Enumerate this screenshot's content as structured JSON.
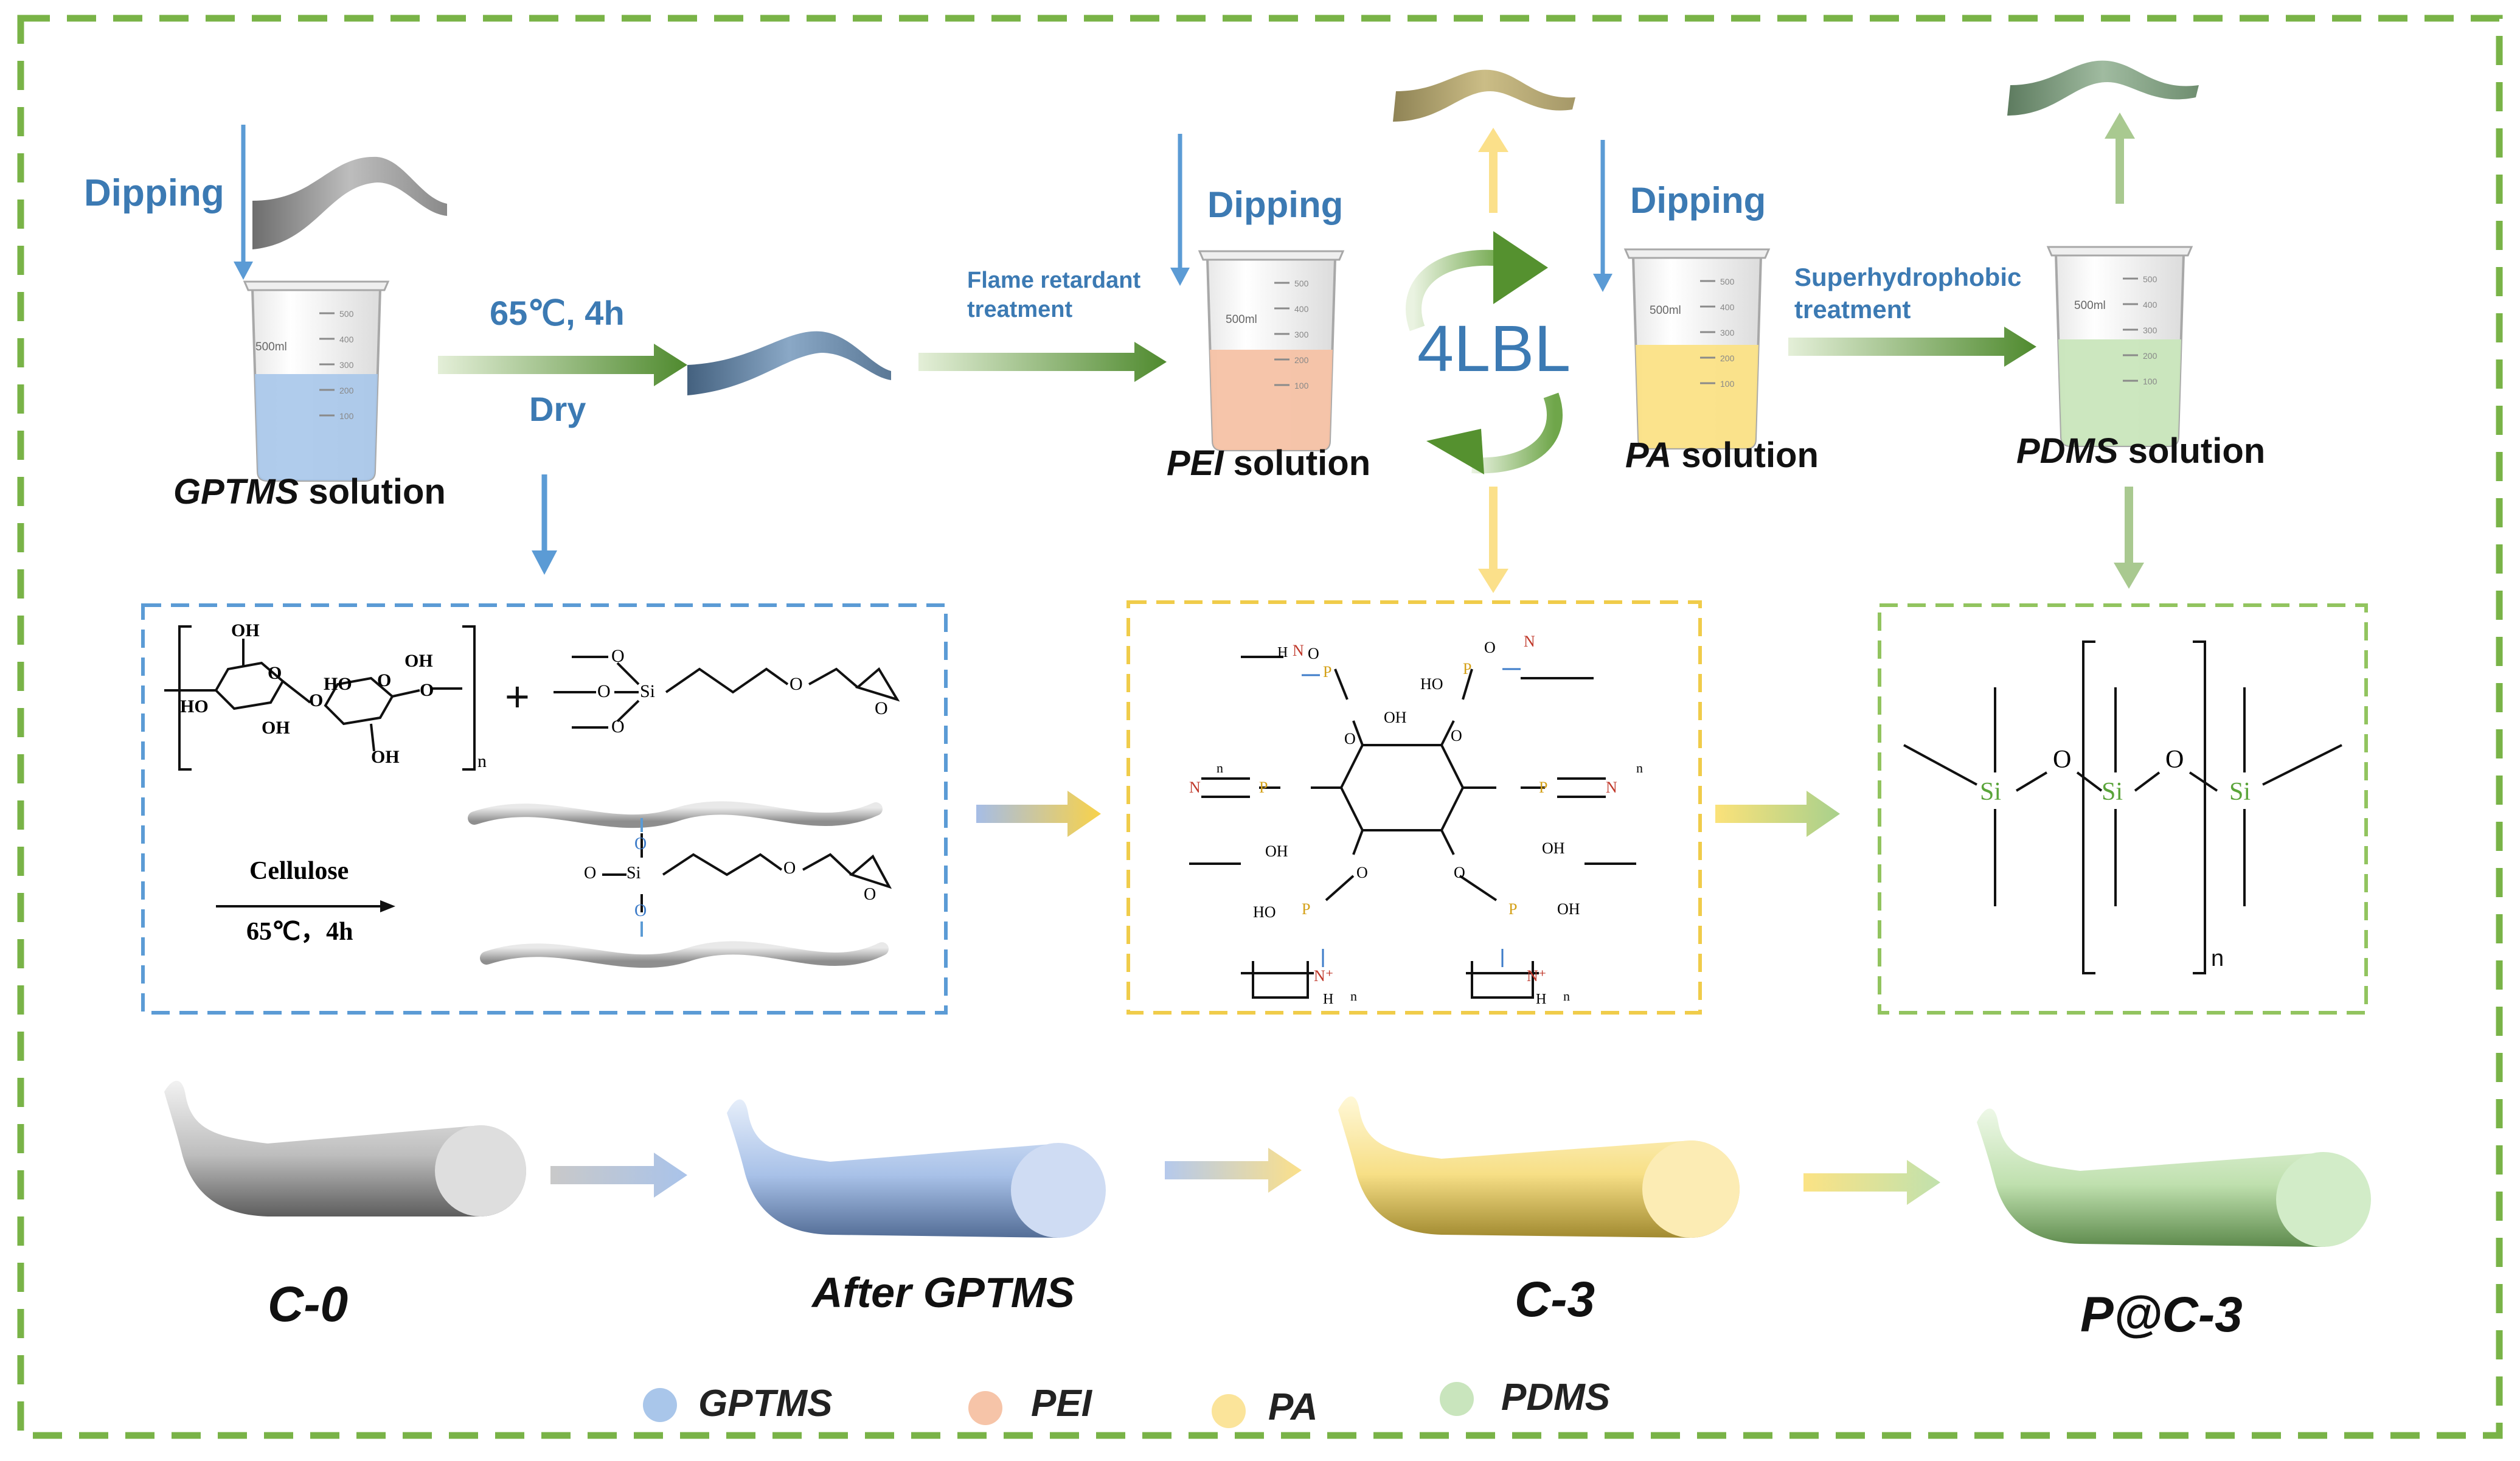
{
  "step1": {
    "dipping": "Dipping",
    "solution_italic": "GPTMS",
    "solution_rest": " solution",
    "condition": "65℃, 4h",
    "dry": "Dry"
  },
  "step2": {
    "treatment_line1": "Flame retardant",
    "treatment_line2": "treatment",
    "dipping": "Dipping",
    "solution_italic": "PEI",
    "solution_rest": " solution"
  },
  "cycle": {
    "label": "4LBL"
  },
  "step3": {
    "dipping": "Dipping",
    "solution_italic": "PA",
    "solution_rest": " solution"
  },
  "step4": {
    "treatment_line1": "Superhydrophobic",
    "treatment_line2": "treatment",
    "solution_italic": "PDMS",
    "solution_rest": " solution"
  },
  "beaker": {
    "volume": "500ml",
    "marks": [
      "500",
      "400",
      "300",
      "200",
      "100"
    ]
  },
  "reaction_box": {
    "reaction_line1": "Cellulose",
    "reaction_line2": "65℃，4h",
    "plus": "+",
    "groups": {
      "oh": "OH",
      "ho": "HO",
      "o": "O",
      "si": "Si",
      "n": "n"
    }
  },
  "pa_box": {
    "groups": {
      "p": "P",
      "o": "O",
      "oh": "OH",
      "ho": "HO",
      "n": "N",
      "h": "H",
      "nplus": "N⁺",
      "sub_n": "n"
    }
  },
  "pdms_box": {
    "si": "Si",
    "o": "O",
    "n": "n"
  },
  "fibers": [
    {
      "label": "C-0",
      "color": "#d6d6d6"
    },
    {
      "label": "After GPTMS",
      "color": "#c9d9f3"
    },
    {
      "label": "C-3",
      "color": "#fbeaad"
    },
    {
      "label": "P@C-3",
      "color": "#d2ecc8"
    }
  ],
  "legend": [
    {
      "label": "GPTMS",
      "color": "#a9c6ea"
    },
    {
      "label": "PEI",
      "color": "#f6c4a8"
    },
    {
      "label": "PA",
      "color": "#fbe49a"
    },
    {
      "label": "PDMS",
      "color": "#c9e5bd"
    }
  ],
  "colors": {
    "frame": "#79b347",
    "blue_text": "#3c7ab3",
    "arrow_blue": "#5b9bd5",
    "arrow_green": "#5b8f33",
    "arrow_yellow": "#fbe08a",
    "arrow_lightgreen": "#a9c990",
    "box_blue": "#5b9bd5",
    "box_yellow": "#f0cc4a",
    "box_green": "#92c45f"
  }
}
